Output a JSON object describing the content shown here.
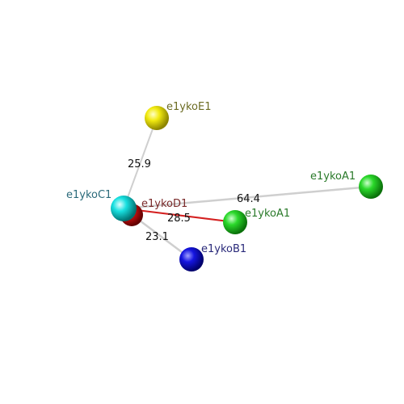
{
  "nodes": [
    {
      "id": "E1",
      "label": "e1ykoE1",
      "color": "#e8e000",
      "label_color": "#6b6b22"
    },
    {
      "id": "A1b",
      "label": "e1ykoA1",
      "color": "#22cc22",
      "label_color": "#2a7a2a"
    },
    {
      "id": "A1",
      "label": "e1ykoA1",
      "color": "#22cc22",
      "label_color": "#2a7a2a"
    },
    {
      "id": "D1",
      "label": "e1ykoD1",
      "color": "#cc1111",
      "label_color": "#7a2a2a"
    },
    {
      "id": "B1",
      "label": "e1ykoB1",
      "color": "#1010dd",
      "label_color": "#2a2a7a"
    },
    {
      "id": "C1",
      "label": "e1ykoC1",
      "color": "#11dddd",
      "label_color": "#2a6a7a"
    }
  ],
  "edges": [
    {
      "from": "C1",
      "to": "E1",
      "label": "25.9",
      "color": "#c8c8c8"
    },
    {
      "from": "C1",
      "to": "A1b",
      "label": "64.4",
      "color": "#c8c8c8"
    },
    {
      "from": "C1",
      "to": "A1",
      "label": "28.5",
      "color": "#d42020"
    },
    {
      "from": "C1",
      "to": "B1",
      "label": "23.1",
      "color": "#c8c8c8"
    }
  ]
}
